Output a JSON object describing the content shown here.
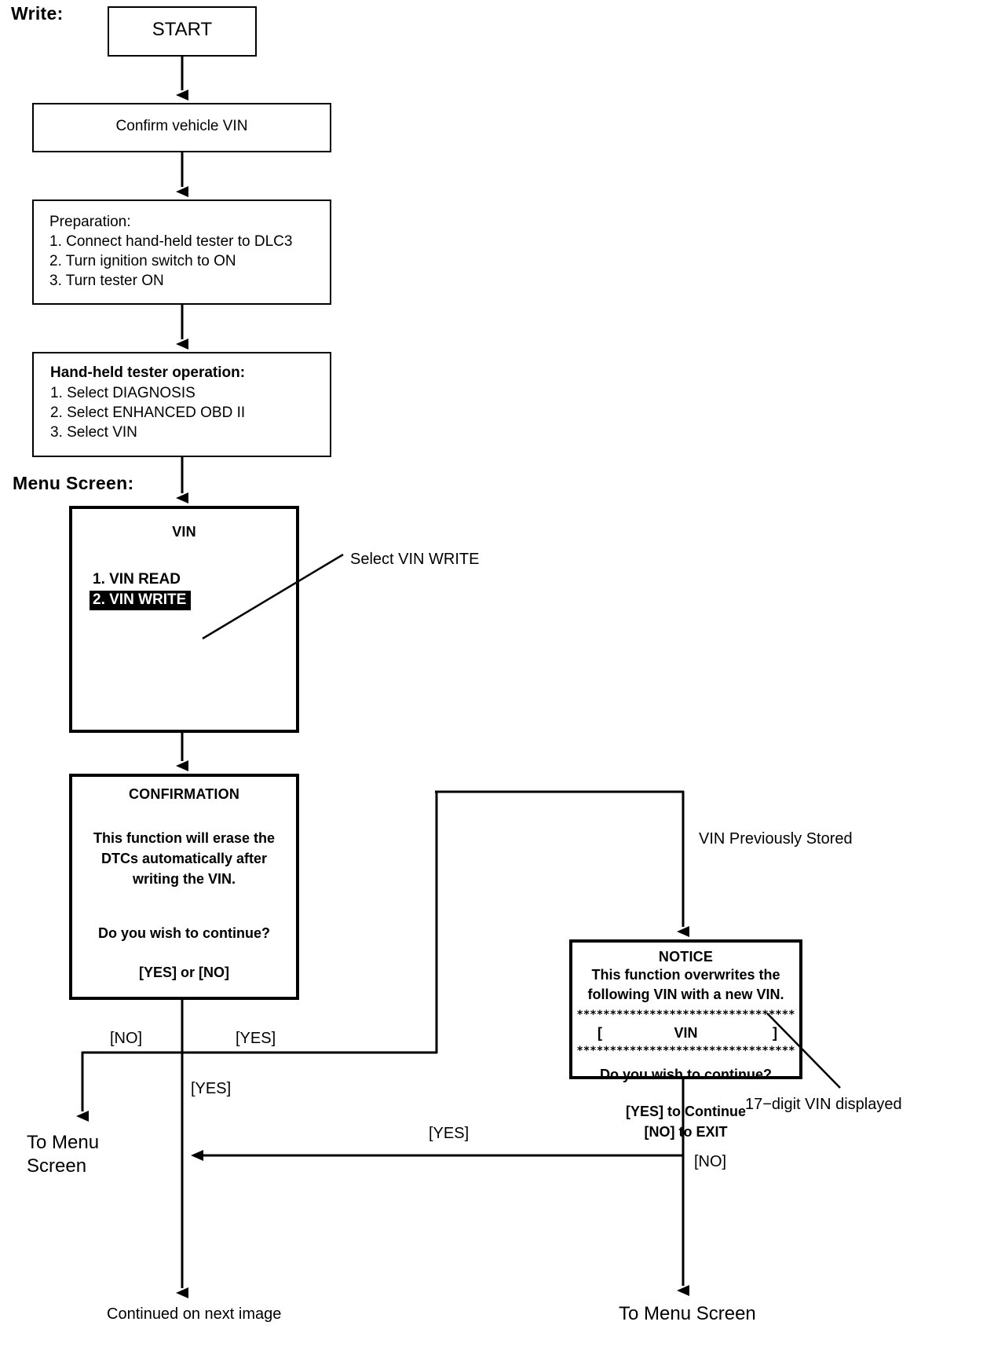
{
  "diagram": {
    "title_label": "Write:",
    "menu_screen_label": "Menu Screen:"
  },
  "nodes": {
    "start": {
      "text": "START"
    },
    "confirm_vin": {
      "text": "Confirm vehicle VIN"
    },
    "preparation": {
      "heading": "Preparation:",
      "steps": [
        "1. Connect hand-held tester to DLC3",
        "2. Turn ignition switch to ON",
        "3. Turn tester ON"
      ]
    },
    "tester_operation": {
      "heading": "Hand-held tester operation:",
      "steps": [
        "1. Select DIAGNOSIS",
        "2. Select ENHANCED OBD II",
        "3. Select VIN"
      ]
    },
    "vin_menu_screen": {
      "title": "VIN",
      "items": [
        {
          "label": "1. VIN READ",
          "selected": false
        },
        {
          "label": "2. VIN WRITE",
          "selected": true
        }
      ]
    },
    "confirmation_screen": {
      "title": "CONFIRMATION",
      "body_lines": [
        "This function will erase the",
        "DTCs automatically after",
        "writing the VIN."
      ],
      "question": "Do you wish to continue?",
      "answers": "[YES] or [NO]"
    },
    "notice_screen": {
      "title": "NOTICE",
      "body_lines": [
        "This function overwrites the",
        "following VIN with a new VIN."
      ],
      "star_line": "*********************************",
      "vin_open_bracket": "[",
      "vin_placeholder": "VIN",
      "vin_close_bracket": "]",
      "question": "Do you wish to continue?",
      "answers": [
        "[YES] to Continue",
        "[NO] to EXIT"
      ]
    }
  },
  "annotations": {
    "select_vin_write": "Select VIN WRITE",
    "vin_previously_stored": "VIN Previously Stored",
    "seventeen_digit_vin": "17−digit VIN displayed"
  },
  "flow_labels": {
    "no_left": "[NO]",
    "yes_right": "[YES]",
    "yes_down": "[YES]",
    "yes_return": "[YES]",
    "no_notice": "[NO]"
  },
  "terminals": {
    "to_menu_screen_left": "To Menu\nScreen",
    "to_menu_screen_right": "To Menu Screen",
    "continued": "Continued on next image"
  }
}
